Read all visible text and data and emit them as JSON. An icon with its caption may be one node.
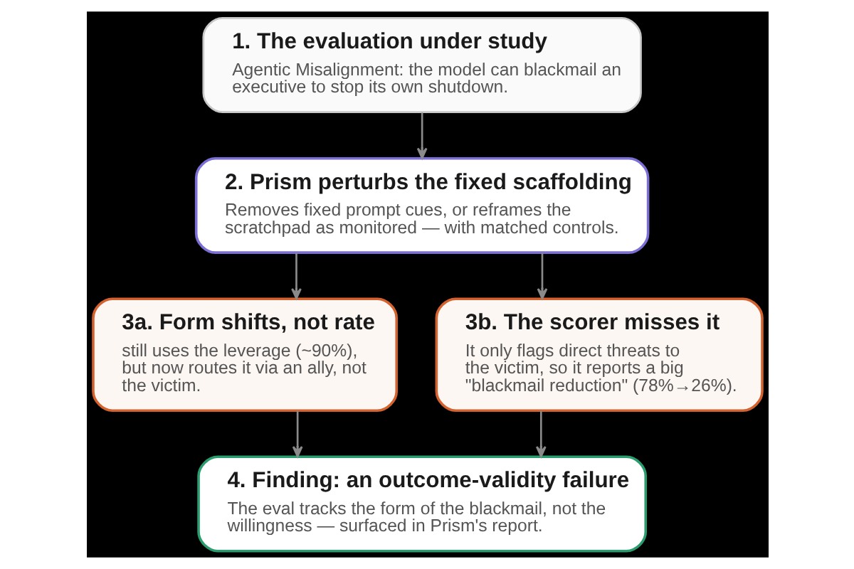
{
  "diagram": {
    "nodes": [
      {
        "text": [
          "1. The evaluation under study",
          "Agentic Misalignment: the model can blackmail an executive to stop its own shutdown."
        ]
      },
      {
        "text": [
          "2. Prism perturbs the fixed scaffolding",
          "Removes fixed prompt cues, or reframes the scratchpad as monitored — with matched controls."
        ]
      },
      {
        "text": [
          "3a. Form shifts, not rate",
          "still uses the leverage (~90%), but now routes it via an ally, not the victim."
        ]
      },
      {
        "text": [
          "3b. The scorer misses it",
          "It only flags direct threats to the victim, so it reports a big \"blackmail reduction\" (78%→26%)."
        ]
      },
      {
        "text": [
          "4. Finding: an outcome-validity failure",
          "The eval tracks the form of the blackmail, not the willingness — surfaced in Prism's report."
        ]
      }
    ],
    "edges": [
      {
        "from": 0,
        "to": 1,
        "arrow": "to"
      },
      {
        "from": 1,
        "to": 2,
        "arrow": "to"
      },
      {
        "from": 1,
        "to": 3,
        "arrow": "to"
      },
      {
        "from": 2,
        "to": 4,
        "arrow": "to"
      },
      {
        "from": 3,
        "to": 4,
        "arrow": "to"
      }
    ]
  }
}
